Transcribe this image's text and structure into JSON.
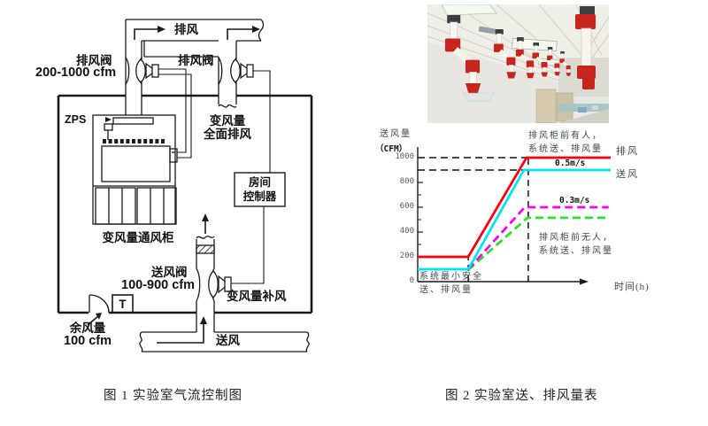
{
  "figure1": {
    "caption": "图 1  实验室气流控制图",
    "labels": {
      "exhaust_top": "排风",
      "exhaust_valve_left_name": "排风阀",
      "exhaust_valve_left_range": "200-1000 cfm",
      "exhaust_valve_right_name": "排风阀",
      "general_exhaust_line1": "变风量",
      "general_exhaust_line2": "全面排风",
      "zps": "ZPS",
      "room_controller_line1": "房间",
      "room_controller_line2": "控制器",
      "fume_hood": "变风量通风柜",
      "supply_valve_name": "送风阀",
      "supply_valve_range": "100-900 cfm",
      "makeup_air": "变风量补风",
      "thermostat": "T",
      "residual_line1": "余风量",
      "residual_line2": "100 cfm",
      "supply_bottom": "送风"
    }
  },
  "figure2": {
    "caption": "图 2  实验室送、排风量表"
  },
  "chart_data": {
    "type": "line",
    "ylabel_line1": "送风量",
    "ylabel_line2": "（CFM）",
    "xlabel": "时间(h)",
    "ylim": [
      0,
      1000
    ],
    "yticks": [
      0,
      200,
      400,
      600,
      800,
      1000
    ],
    "yticks_minor": [
      100,
      300,
      500,
      700,
      900
    ],
    "grid": false,
    "series": [
      {
        "id": "supply_unoccupied",
        "label": "",
        "color": "#2ce02c",
        "style": "dashed",
        "points": [
          [
            0.262,
            95
          ],
          [
            0.569,
            515
          ],
          [
            0.99,
            515
          ]
        ]
      },
      {
        "id": "exhaust_unoccupied",
        "label": "",
        "color": "#ff00f0",
        "style": "dashed",
        "points": [
          [
            0.262,
            100
          ],
          [
            0.555,
            600
          ],
          [
            0.99,
            600
          ]
        ]
      },
      {
        "id": "supply_occupied",
        "label": "送风",
        "color": "#00e6f6",
        "style": "solid",
        "points": [
          [
            0,
            100
          ],
          [
            0.262,
            100
          ],
          [
            0.55,
            900
          ],
          [
            1.0,
            900
          ]
        ]
      },
      {
        "id": "exhaust_occupied",
        "label": "排风",
        "color": "#ff0011",
        "style": "solid",
        "points": [
          [
            0,
            200
          ],
          [
            0.262,
            200
          ],
          [
            0.564,
            1000
          ],
          [
            1.0,
            1000
          ]
        ]
      }
    ],
    "guides": {
      "horizontal": [
        {
          "cfm": 1000,
          "t_end": 0.573
        },
        {
          "cfm": 900,
          "t_end": 0.573
        }
      ],
      "vertical": [
        {
          "t": 0.573,
          "cfm_top": 1000
        },
        {
          "t": 0.262,
          "cfm_top": 215
        }
      ]
    },
    "annotations": {
      "occupied_line1": "排风柜前有人，",
      "occupied_line2": "系统送、排风量",
      "speed_high": "0.5m/s",
      "speed_low": "0.3m/s",
      "unoccupied_line1": "排风柜前无人，",
      "unoccupied_line2": "系统送、排风量",
      "minimum_line1": "系统最小安全",
      "minimum_line2": "送、排风量",
      "exhaust_series": "排风",
      "supply_series": "送风"
    }
  }
}
